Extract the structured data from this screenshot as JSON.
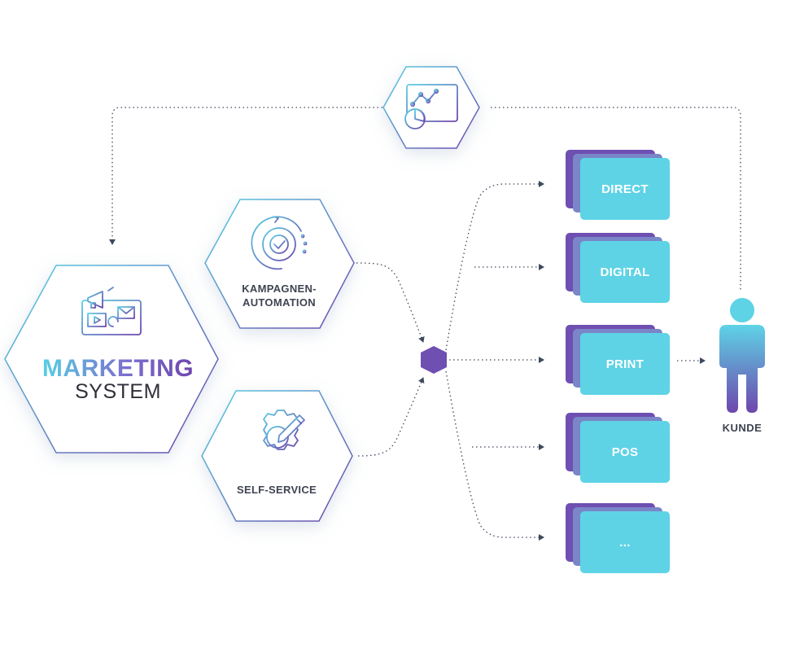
{
  "marketing_system": {
    "title": "MARKETING",
    "subtitle": "SYSTEM"
  },
  "nodes": {
    "automation": {
      "line1": "KAMPAGNEN-",
      "line2": "AUTOMATION"
    },
    "self_service": {
      "label": "SELF-SERVICE"
    }
  },
  "channels": [
    {
      "label": "DIRECT"
    },
    {
      "label": "DIGITAL"
    },
    {
      "label": "PRINT"
    },
    {
      "label": "POS"
    },
    {
      "label": "..."
    }
  ],
  "customer": {
    "label": "KUNDE"
  },
  "colors": {
    "cyan": "#5ed3e6",
    "purple": "#6f4fb1",
    "periwinkle": "#7a86c8",
    "arrow": "#3d4a5c",
    "text": "#3f4451"
  }
}
